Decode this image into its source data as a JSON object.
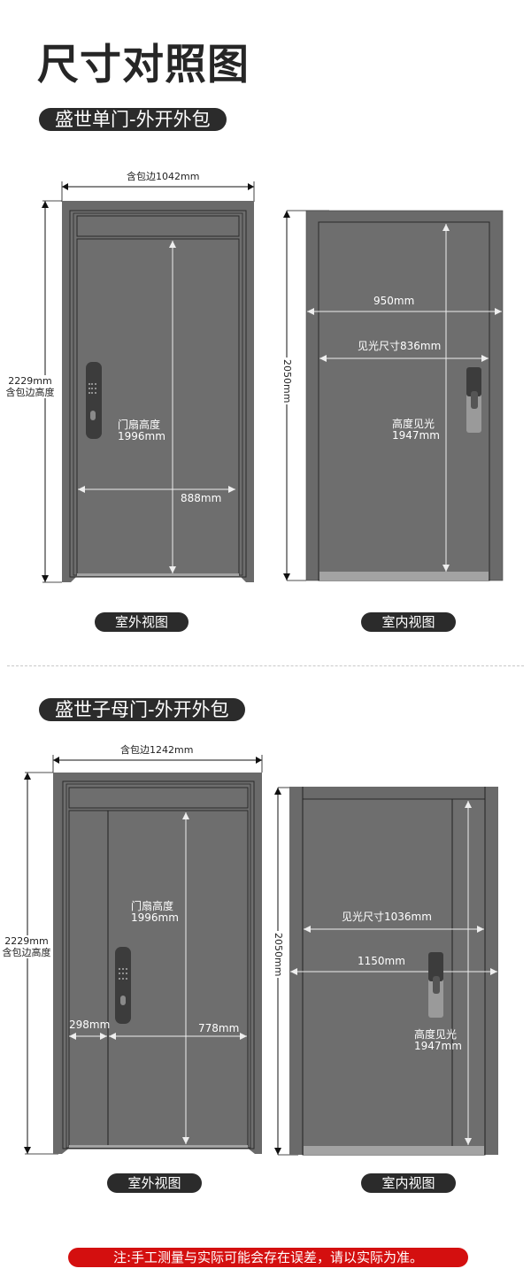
{
  "page_title": "尺寸对照图",
  "sections": [
    {
      "heading": "盛世单门-外开外包",
      "exterior": {
        "view_label": "室外视图",
        "overall_width": "含包边1042mm",
        "overall_height": "2229mm",
        "overall_height_note": "含包边高度",
        "leaf_height_title": "门扇高度",
        "leaf_height": "1996mm",
        "leaf_width": "888mm"
      },
      "interior": {
        "view_label": "室内视图",
        "frame_height": "2050mm",
        "frame_width": "950mm",
        "clear_width": "见光尺寸836mm",
        "clear_height_title": "高度见光",
        "clear_height": "1947mm"
      }
    },
    {
      "heading": "盛世子母门-外开外包",
      "exterior": {
        "view_label": "室外视图",
        "overall_width": "含包边1242mm",
        "overall_height": "2229mm",
        "overall_height_note": "含包边高度",
        "leaf_height_title": "门扇高度",
        "leaf_height": "1996mm",
        "small_leaf_width": "298mm",
        "main_leaf_width": "778mm"
      },
      "interior": {
        "view_label": "室内视图",
        "frame_height": "2050mm",
        "clear_width": "见光尺寸1036mm",
        "frame_width": "1150mm",
        "clear_height_title": "高度见光",
        "clear_height": "1947mm"
      }
    }
  ],
  "footer_note": "注:手工测量与实际可能会存在误差，请以实际为准。",
  "colors": {
    "door_fill": "#6e6e6e",
    "frame_fill": "#6a6a6a",
    "threshold": "#a3a3a3",
    "pill_bg": "#2b2b2b",
    "note_bg": "#d40f0f",
    "lock_dark": "#3c3c3c",
    "handle_light": "#9a9a9a"
  }
}
